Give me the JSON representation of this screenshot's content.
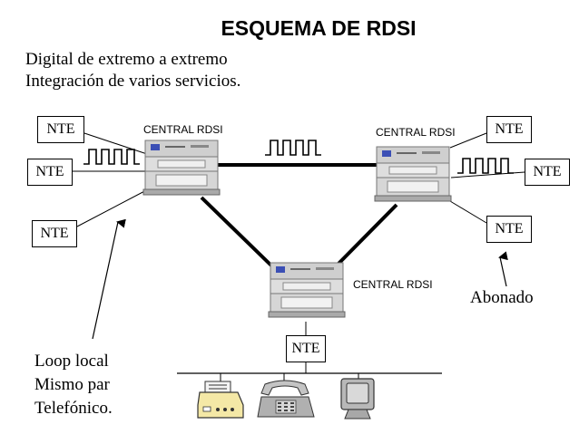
{
  "title": "ESQUEMA DE RDSI",
  "subtitle": [
    "Digital de extremo a extremo",
    "Integración de varios servicios."
  ],
  "central_label": "CENTRAL RDSI",
  "nte_label": "NTE",
  "abonado": "Abonado",
  "loop_note": [
    "Loop local",
    "Mismo par",
    "Telefónico."
  ],
  "icons": [
    "central-switch-icon",
    "fax-machine-icon",
    "telephone-icon",
    "computer-monitor-icon"
  ]
}
